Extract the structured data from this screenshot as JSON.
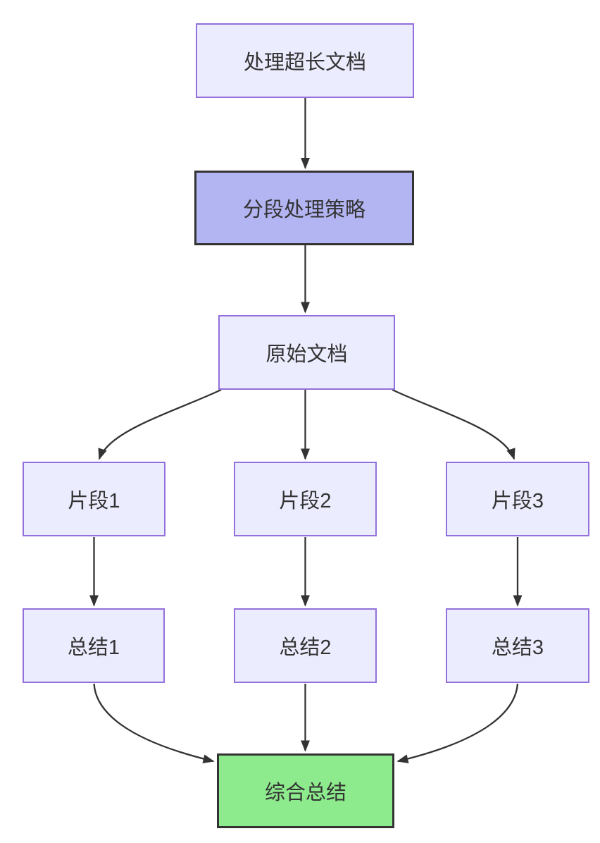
{
  "diagram": {
    "type": "flowchart",
    "direction": "top-down",
    "nodes": [
      {
        "id": "A",
        "label": "处理超长文档",
        "role": "default"
      },
      {
        "id": "B",
        "label": "分段处理策略",
        "role": "highlight"
      },
      {
        "id": "C",
        "label": "原始文档",
        "role": "default"
      },
      {
        "id": "D",
        "label": "片段1",
        "role": "default"
      },
      {
        "id": "E",
        "label": "片段2",
        "role": "default"
      },
      {
        "id": "F",
        "label": "片段3",
        "role": "default"
      },
      {
        "id": "G",
        "label": "总结1",
        "role": "default"
      },
      {
        "id": "H",
        "label": "总结2",
        "role": "default"
      },
      {
        "id": "I",
        "label": "总结3",
        "role": "default"
      },
      {
        "id": "J",
        "label": "综合总结",
        "role": "success"
      }
    ],
    "edges": [
      {
        "from": "处理超长文档",
        "to": "分段处理策略"
      },
      {
        "from": "分段处理策略",
        "to": "原始文档"
      },
      {
        "from": "原始文档",
        "to": "片段1"
      },
      {
        "from": "原始文档",
        "to": "片段2"
      },
      {
        "from": "原始文档",
        "to": "片段3"
      },
      {
        "from": "片段1",
        "to": "总结1"
      },
      {
        "from": "片段2",
        "to": "总结2"
      },
      {
        "from": "片段3",
        "to": "总结3"
      },
      {
        "from": "总结1",
        "to": "综合总结"
      },
      {
        "from": "总结2",
        "to": "综合总结"
      },
      {
        "from": "总结3",
        "to": "综合总结"
      }
    ],
    "colors": {
      "canvas_bg": "#ffffff",
      "node_fill": "#ECECFF",
      "node_stroke": "#9370DB",
      "highlight_fill": "#B3B4F2",
      "highlight_stroke": "#333333",
      "success_fill": "#8DEB8D",
      "success_stroke": "#333333",
      "edge_color": "#333333",
      "text_color": "#333333"
    }
  }
}
